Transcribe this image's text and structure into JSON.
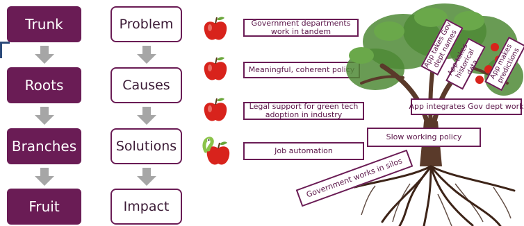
{
  "left_column": [
    "Trunk",
    "Roots",
    "Branches",
    "Fruit"
  ],
  "middle_column": [
    "Problem",
    "Causes",
    "Solutions",
    "Impact"
  ],
  "fruit_items": [
    {
      "text": "Government departments work in tandem",
      "icon": "apple-icon"
    },
    {
      "text": "Meaningful, coherent policy",
      "icon": "apple-icon"
    },
    {
      "text": "Legal support for green tech adoption in industry",
      "icon": "apple-icon"
    },
    {
      "text": "Job automation",
      "icon": "wormy-apple-icon"
    }
  ],
  "tree_labels": {
    "branch_1": "App takes Gov dept names",
    "branch_2": "App takes historical data",
    "branch_3": "App makes predictions",
    "trunk_top": "App integrates Gov dept work",
    "trunk_problem": "Slow working policy",
    "roots_cause": "Government works in silos"
  },
  "colors": {
    "primary": "#6a1c55",
    "arrow": "#a6a6a6",
    "apple": "#d8231c",
    "leaf": "#4f8a36",
    "tree": "#5a3a2a"
  }
}
